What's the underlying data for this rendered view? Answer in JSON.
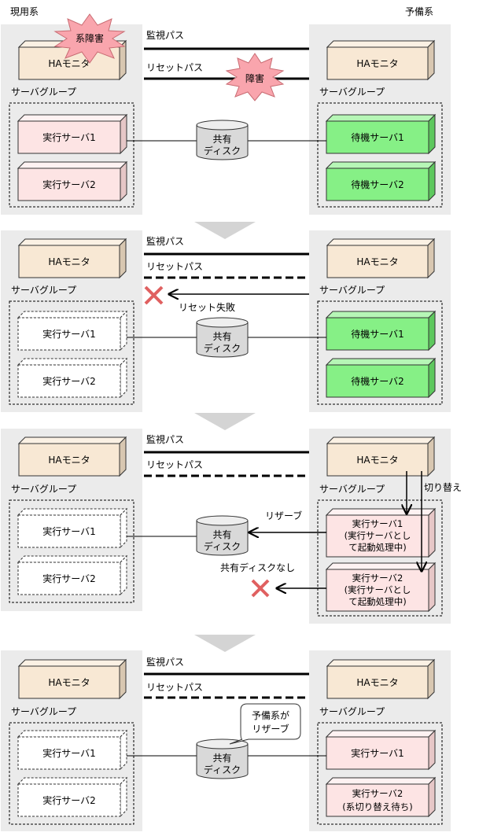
{
  "header": {
    "left_label": "現用系",
    "right_label": "予備系"
  },
  "colors": {
    "panel": "#ebebeb",
    "hamonitor": "#f8e8d4",
    "server_active": "#fde4e4",
    "server_standby": "#86f086",
    "server_dead": "#ffffff",
    "burst": "#f9a5ad",
    "fail_mark": "#e06060",
    "arrow_block": "#d4d4d4"
  },
  "labels": {
    "ha_monitor": "HAモニタ",
    "server_group": "サーバグループ",
    "monitor_path": "監視パス",
    "reset_path": "リセットパス",
    "shared_disk_line1": "共有",
    "shared_disk_line2": "ディスク",
    "exec_server1": "実行サーバ1",
    "exec_server2": "実行サーバ2",
    "standby_server1": "待機サーバ1",
    "standby_server2": "待機サーバ2"
  },
  "stage1": {
    "burst_system": "系障害",
    "burst_path": "障害"
  },
  "stage2": {
    "reset_fail": "リセット失敗"
  },
  "stage3": {
    "switchover": "切り替え",
    "reserve": "リザーブ",
    "no_disk": "共有ディスクなし",
    "server1_lines": [
      "実行サーバ1",
      "(実行サーバとし",
      "て起動処理中)"
    ],
    "server2_lines": [
      "実行サーバ2",
      "(実行サーバとし",
      "て起動処理中)"
    ]
  },
  "stage4": {
    "callout_lines": [
      "予備系が",
      "リザーブ"
    ],
    "server2_lines": [
      "実行サーバ2",
      "(系切り替え待ち)"
    ]
  }
}
